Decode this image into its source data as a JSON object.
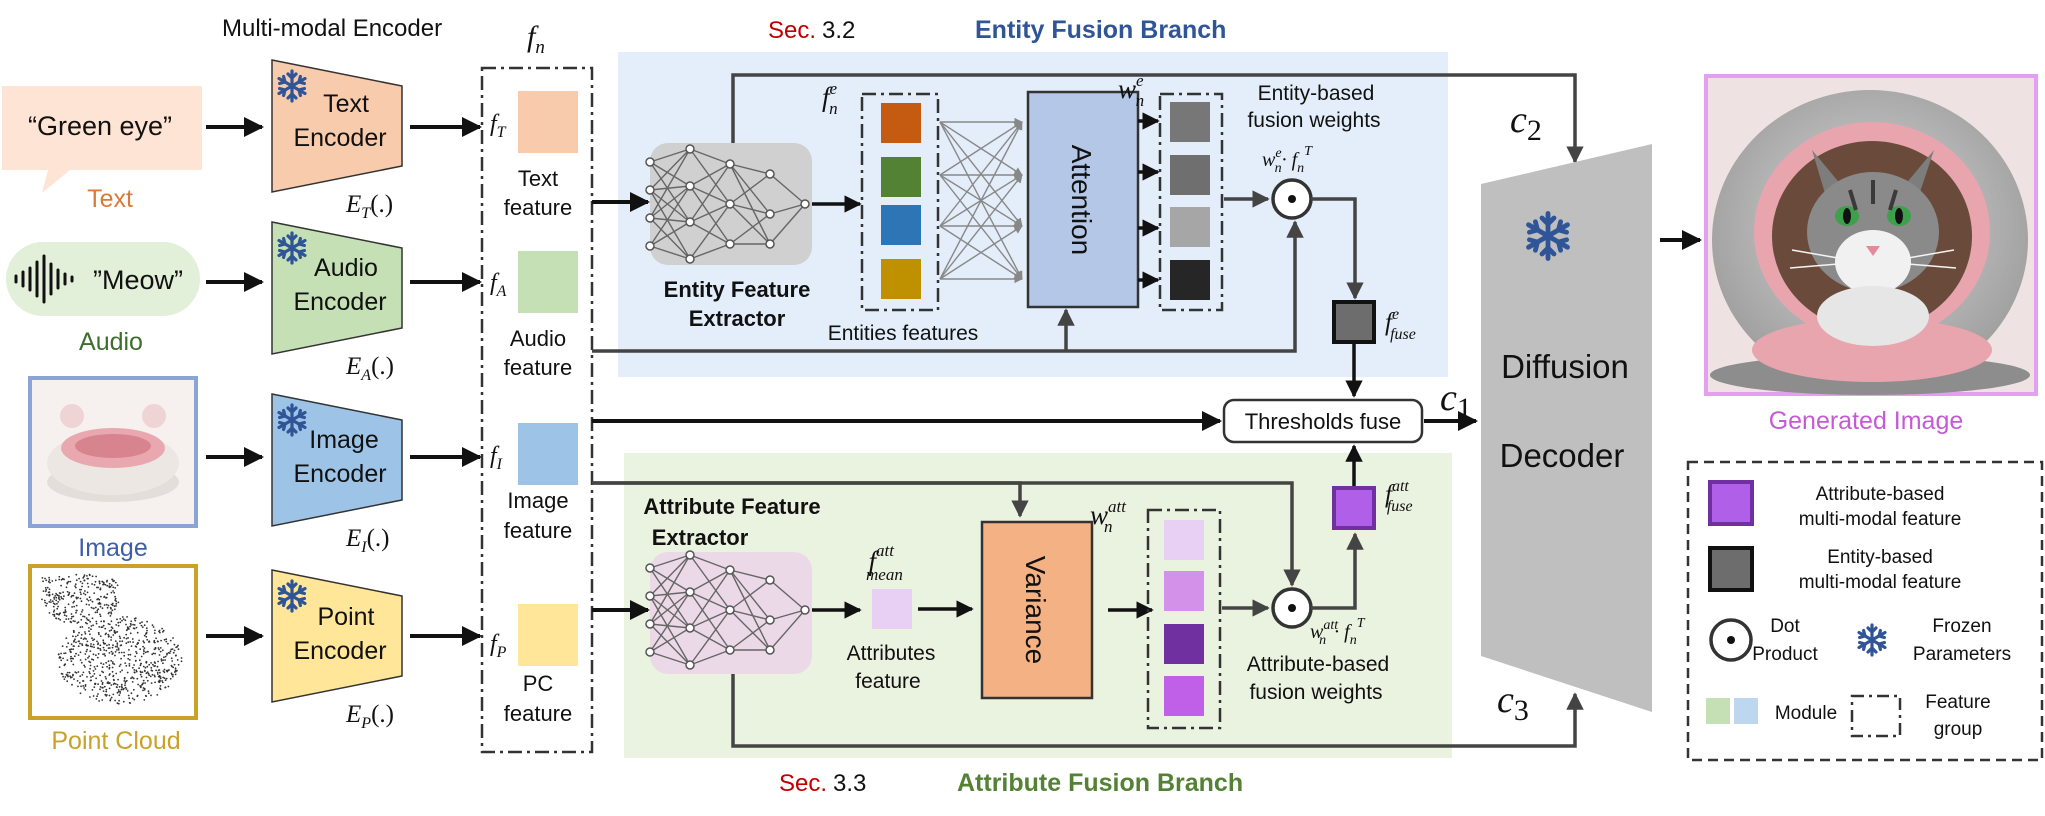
{
  "header": {
    "encoder_title": "Multi-modal Encoder",
    "fn_label": "f",
    "fn_sub": "n",
    "sec_entity": "Sec.",
    "sec_entity_num": "3.2",
    "entity_branch_title": "Entity Fusion Branch",
    "sec_attr": "Sec.",
    "sec_attr_num": "3.3",
    "attr_branch_title": "Attribute Fusion Branch"
  },
  "inputs": {
    "text_bubble": "“Green eye”",
    "text_label": "Text",
    "audio_bubble": "”Meow”",
    "audio_label": "Audio",
    "image_label": "Image",
    "pc_label": "Point Cloud"
  },
  "encoders": [
    {
      "line1": "Text",
      "line2": "Encoder",
      "fn": "E",
      "sub": "T",
      "arg": "(.)",
      "feat": "f",
      "feat_sub": "T",
      "feat_line1": "Text",
      "feat_line2": "feature"
    },
    {
      "line1": "Audio",
      "line2": "Encoder",
      "fn": "E",
      "sub": "A",
      "arg": "(.)",
      "feat": "f",
      "feat_sub": "A",
      "feat_line1": "Audio",
      "feat_line2": "feature"
    },
    {
      "line1": "Image",
      "line2": "Encoder",
      "fn": "E",
      "sub": "I",
      "arg": "(.)",
      "feat": "f",
      "feat_sub": "I",
      "feat_line1": "Image",
      "feat_line2": "feature"
    },
    {
      "line1": "Point",
      "line2": "Encoder",
      "fn": "E",
      "sub": "P",
      "arg": "(.)",
      "feat": "f",
      "feat_sub": "P",
      "feat_line1": "PC",
      "feat_line2": "feature"
    }
  ],
  "entity": {
    "extractor_line1": "Entity Feature",
    "extractor_line2": "Extractor",
    "fe": "f",
    "fe_sup": "e",
    "fe_sub": "n",
    "entities_label": "Entities features",
    "attention": "Attention",
    "we": "w",
    "we_sup": "e",
    "we_sub": "n",
    "weights_line1": "Entity-based",
    "weights_line2": "fusion weights",
    "dot_w": "w",
    "dot_w_sup": "e",
    "dot_w_sub": "n",
    "dot_mid": "· f",
    "dot_f_sub": "n",
    "dot_f_sup": "T",
    "fuse": "f",
    "fuse_sup": "e",
    "fuse_sub": "fuse",
    "c": "c",
    "c_sub": "2"
  },
  "threshold": {
    "label": "Thresholds fuse",
    "c": "c",
    "c_sub": "1"
  },
  "attribute": {
    "extractor_line1": "Attribute Feature",
    "extractor_line2": "Extractor",
    "mean": "f",
    "mean_sup": "att",
    "mean_sub": "mean",
    "attr_line1": "Attributes",
    "attr_line2": "feature",
    "variance": "Variance",
    "wa": "w",
    "wa_sup": "att",
    "wa_sub": "n",
    "dot_w": "w",
    "dot_w_sup": "att",
    "dot_w_sub": "n",
    "dot_mid": "· f",
    "dot_f_sub": "n",
    "dot_f_sup": "T",
    "weights_line1": "Attribute-based",
    "weights_line2": "fusion weights",
    "fuse": "f",
    "fuse_sup": "att",
    "fuse_sub": "fuse",
    "c": "c",
    "c_sub": "3"
  },
  "decoder": {
    "line1": "Diffusion",
    "line2": "Decoder"
  },
  "output": {
    "label": "Generated Image"
  },
  "legend": {
    "attr_line1": "Attribute-based",
    "attr_line2": "multi-modal feature",
    "entity_line1": "Entity-based",
    "entity_line2": "multi-modal feature",
    "dot_line1": "Dot",
    "dot_line2": "Product",
    "frozen_line1": "Frozen",
    "frozen_line2": "Parameters",
    "module": "Module",
    "group_line1": "Feature",
    "group_line2": "group"
  },
  "colors": {
    "text_accent": "#d97a3a",
    "audio_accent": "#3e6e2c",
    "image_accent": "#3d5fa8",
    "pc_accent": "#c9a227",
    "sec_red": "#c00000",
    "entity_title": "#2f5597",
    "attr_title": "#548235",
    "generated_label": "#c55ad6",
    "entity_bg": "#e3eefa",
    "attr_bg": "#eaf2e0",
    "text_encoder": "#f8cbad",
    "audio_encoder": "#c5e0b4",
    "image_encoder": "#9dc3e6",
    "point_encoder": "#ffe699",
    "entity_features": [
      "#c55a11",
      "#548235",
      "#2e75b6",
      "#bf9000"
    ],
    "entity_weights": [
      "#777777",
      "#6f6f6f",
      "#a6a6a6",
      "#262626"
    ],
    "attr_weights": [
      "#e8d0f4",
      "#d391ea",
      "#7030a0",
      "#c060e8"
    ],
    "fuse_entity": "#6d6d6d",
    "fuse_attr": "#b060e8",
    "decoder_gray": "#bfbfbf"
  },
  "icons": [
    "snowflake-icon",
    "waveform-icon",
    "neural-network-icon",
    "dot-product-icon",
    "cat-image",
    "point-cloud-image",
    "pet-bed-image"
  ]
}
